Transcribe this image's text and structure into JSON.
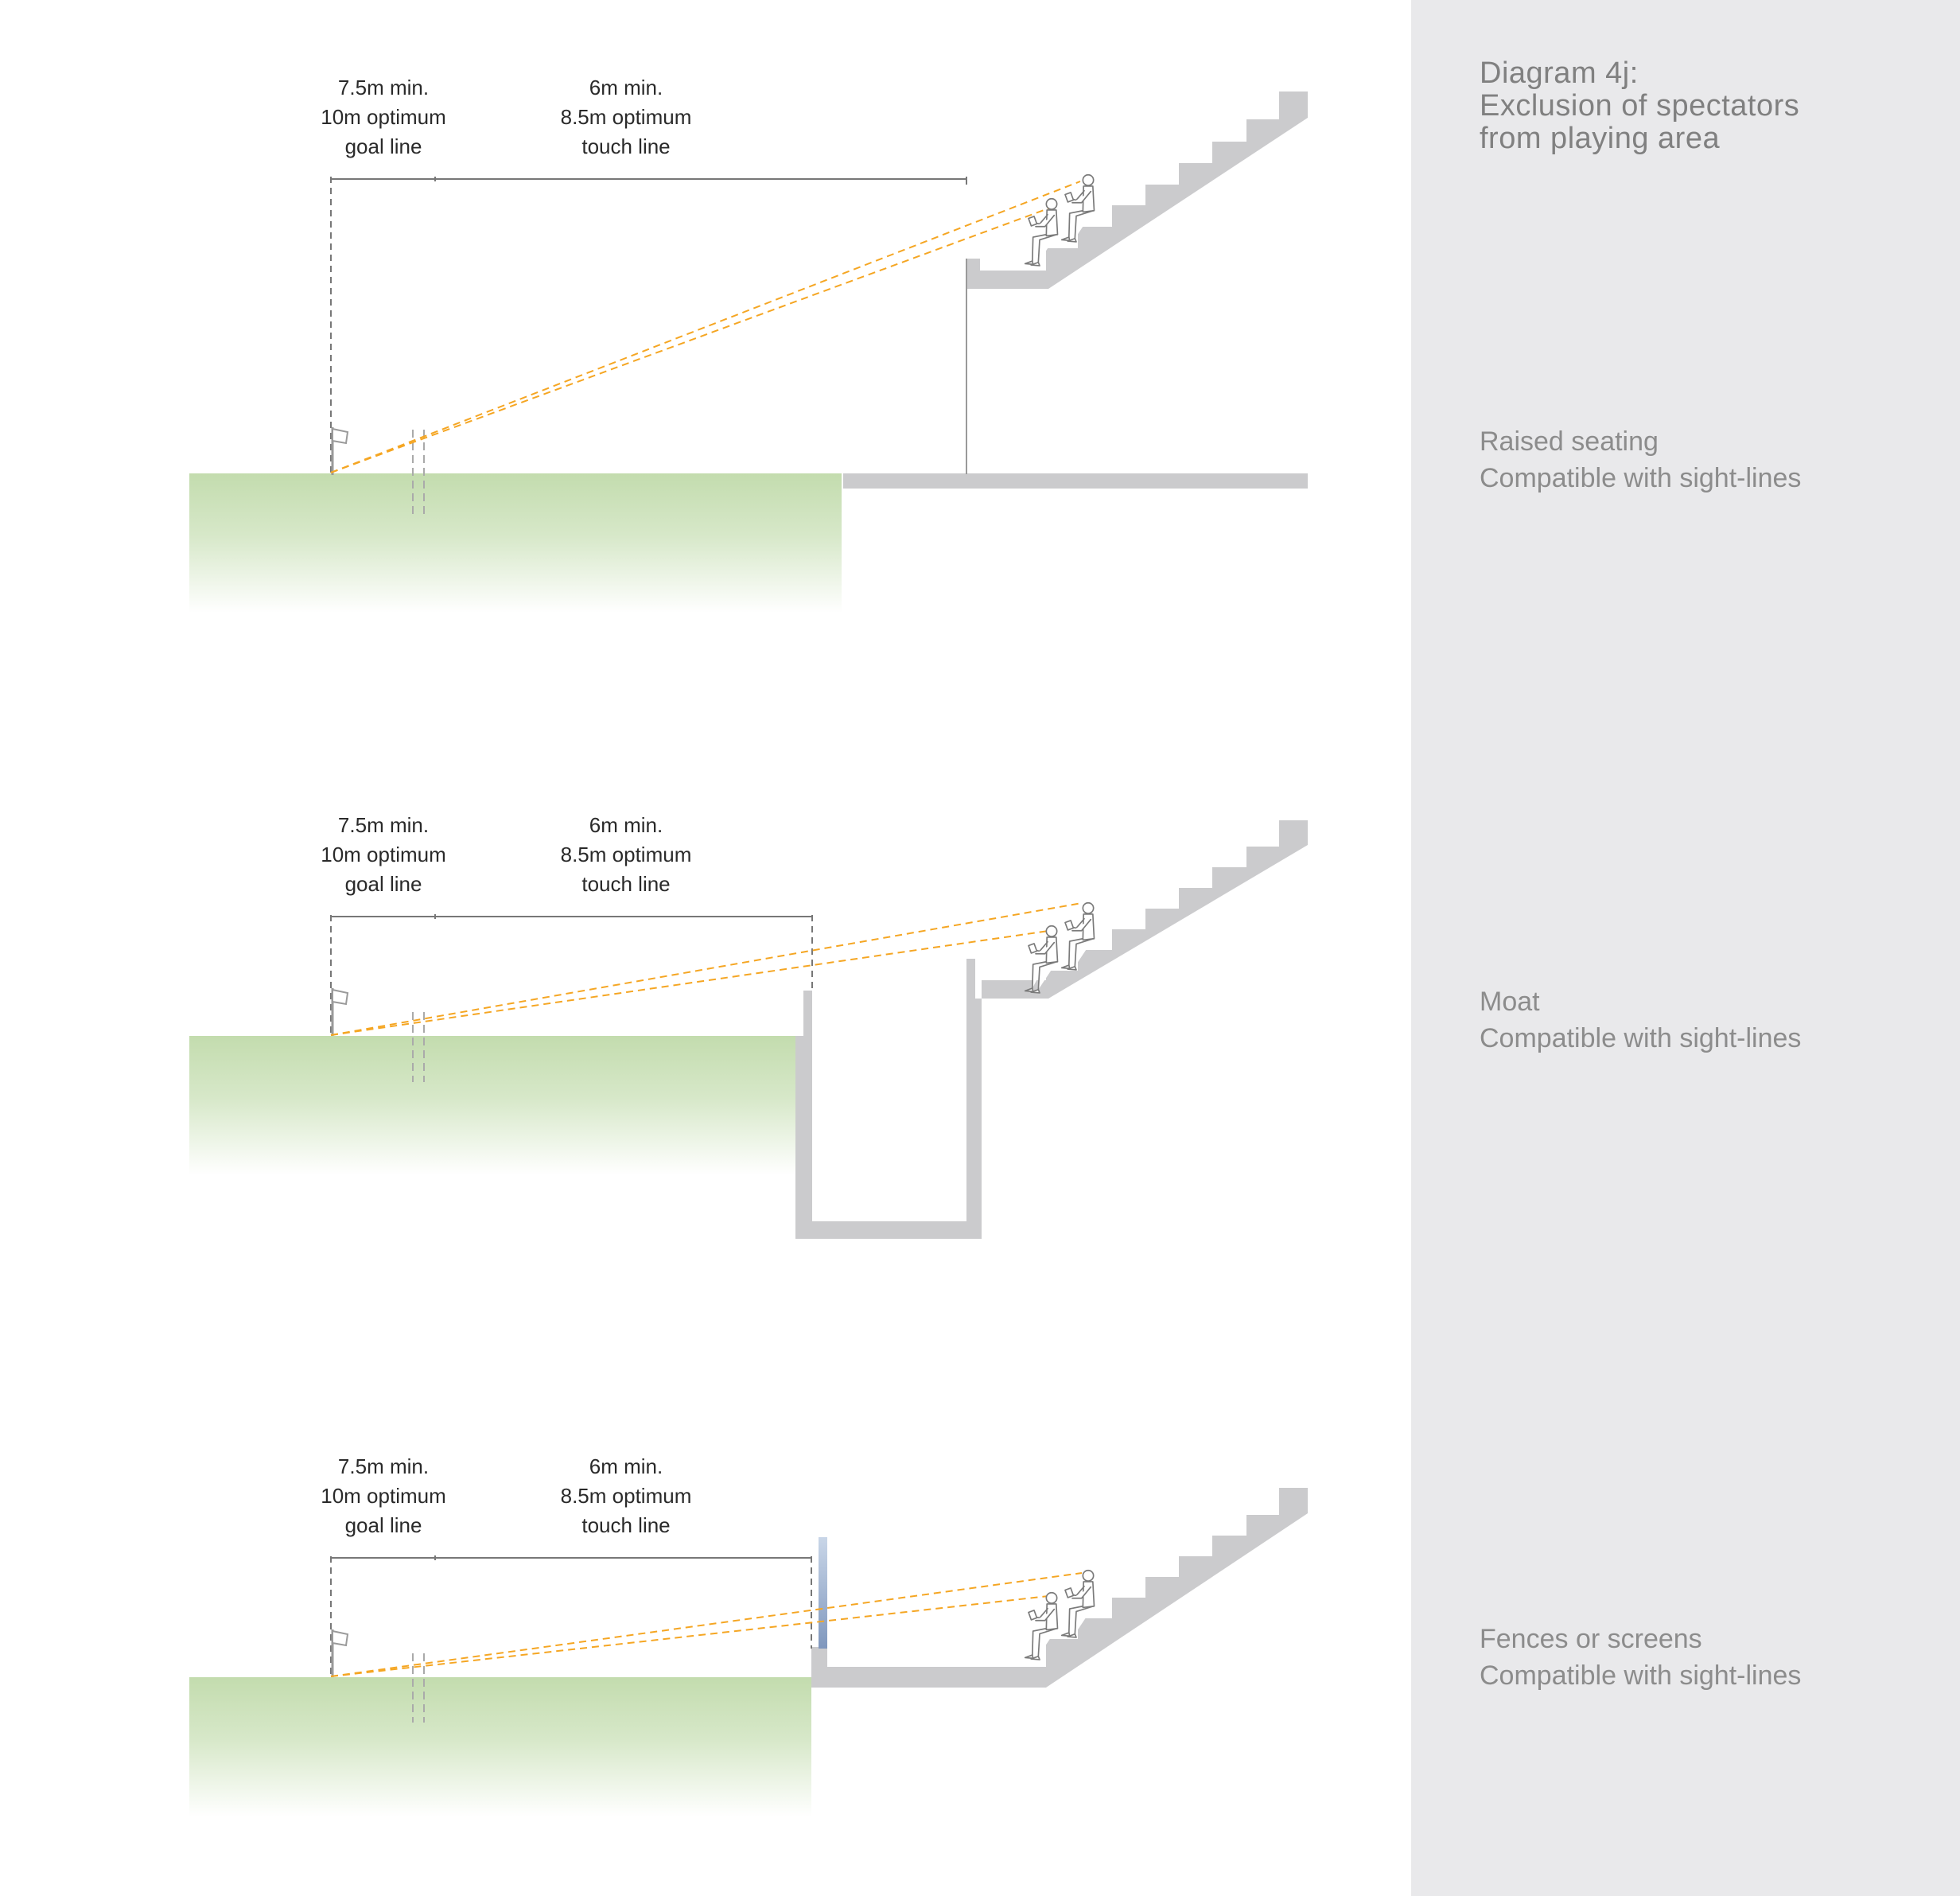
{
  "title": [
    "Diagram 4j:",
    "Exclusion of spectators",
    "from playing area"
  ],
  "panels": [
    {
      "id": "raised-seating",
      "goal_label": [
        "7.5m min.",
        "10m optimum",
        "goal line"
      ],
      "touch_label": [
        "6m min.",
        "8.5m optimum",
        "touch line"
      ],
      "caption": [
        "Raised seating",
        "Compatible with sight-lines"
      ]
    },
    {
      "id": "moat",
      "goal_label": [
        "7.5m min.",
        "10m optimum",
        "goal line"
      ],
      "touch_label": [
        "6m min.",
        "8.5m optimum",
        "touch line"
      ],
      "caption": [
        "Moat",
        "Compatible with sight-lines"
      ]
    },
    {
      "id": "fences-screens",
      "goal_label": [
        "7.5m min.",
        "10m optimum",
        "goal line"
      ],
      "touch_label": [
        "6m min.",
        "8.5m optimum",
        "touch line"
      ],
      "caption": [
        "Fences or screens",
        "Compatible with sight-lines"
      ]
    }
  ],
  "colors": {
    "grass": "#c5ddb2",
    "structure": "#cbcbcd",
    "sightline": "#f5a623",
    "dimension": "#777777",
    "sidebar": "#e9e9eb",
    "caption_text": "#8c8c8c"
  }
}
